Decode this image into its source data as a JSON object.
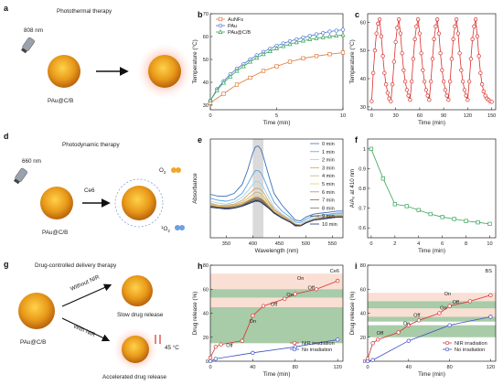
{
  "panels": {
    "a": {
      "label": "a",
      "title": "Photothermal therapy",
      "wavelength": "808 nm",
      "particle": "PAu@C/B"
    },
    "d": {
      "label": "d",
      "title": "Photodynamic  therapy",
      "wavelength": "660 nm",
      "particle": "PAu@C/B",
      "reagent": "Ce6",
      "o2": "O",
      "o2_sub": "2",
      "singlet_sup": "1",
      "singlet": "O",
      "singlet_sub": "2"
    },
    "g": {
      "label": "g",
      "title": "Drug-controlled delivery therapy",
      "particle": "PAu@C/B",
      "branch_top": "Without NIR",
      "branch_bottom": "With NIR",
      "result_top": "Slow drug release",
      "result_bottom": "Accelerated drug release",
      "temp": "45 °C"
    }
  },
  "chart_data": [
    {
      "id": "b",
      "label": "b",
      "type": "line",
      "xlabel": "Time (min)",
      "ylabel": "Temperature (°C)",
      "xlim": [
        0,
        10
      ],
      "ylim": [
        28,
        70
      ],
      "xticks": [
        0,
        5,
        10
      ],
      "yticks": [
        30,
        40,
        50,
        60,
        70
      ],
      "legend_position": "top-left",
      "series": [
        {
          "name": "AuNFs",
          "color": "#e07b39",
          "marker": "square",
          "x": [
            0,
            1,
            2,
            3,
            4,
            5,
            6,
            7,
            8,
            9,
            10
          ],
          "y": [
            31,
            35,
            39,
            42,
            45,
            47,
            49,
            50.5,
            51.5,
            52.3,
            53
          ]
        },
        {
          "name": "PAu",
          "color": "#4a6fd6",
          "marker": "circle",
          "x": [
            0,
            0.5,
            1,
            1.5,
            2,
            2.5,
            3,
            3.5,
            4,
            4.5,
            5,
            5.5,
            6,
            6.5,
            7,
            7.5,
            8,
            8.5,
            9,
            9.5,
            10
          ],
          "y": [
            32,
            37,
            40.5,
            43.5,
            46,
            48,
            50,
            51.8,
            53.3,
            54.7,
            56,
            57,
            58,
            58.8,
            59.6,
            60.3,
            61,
            61.6,
            62.2,
            62.6,
            63
          ]
        },
        {
          "name": "PAu@C/B",
          "color": "#3aa65a",
          "marker": "triangle",
          "x": [
            0,
            0.5,
            1,
            1.5,
            2,
            2.5,
            3,
            3.5,
            4,
            4.5,
            5,
            5.5,
            6,
            6.5,
            7,
            7.5,
            8,
            8.5,
            9,
            9.5,
            10
          ],
          "y": [
            32,
            36.5,
            39.8,
            42.5,
            45,
            47,
            49,
            50.7,
            52.3,
            53.6,
            54.8,
            55.8,
            56.7,
            57.5,
            58.2,
            58.8,
            59.3,
            59.7,
            60.1,
            60.4,
            60.7
          ]
        }
      ]
    },
    {
      "id": "c",
      "label": "c",
      "type": "line",
      "xlabel": "Time (min)",
      "ylabel": "Temperature (°C)",
      "xlim": [
        -5,
        155
      ],
      "ylim": [
        29,
        63
      ],
      "xticks": [
        0,
        30,
        60,
        90,
        120,
        150
      ],
      "yticks": [
        30,
        40,
        50,
        60
      ],
      "series": [
        {
          "name": "",
          "color": "#d9302c",
          "marker": "circle",
          "x": [
            0,
            2,
            4,
            6,
            8,
            10,
            12,
            14,
            16,
            18,
            20,
            22,
            24,
            26,
            28,
            30,
            32,
            34,
            36,
            38,
            40,
            42,
            44,
            46,
            48,
            50,
            52,
            54,
            56,
            58,
            60,
            62,
            64,
            66,
            68,
            70,
            72,
            74,
            76,
            78,
            80,
            82,
            84,
            86,
            88,
            90,
            92,
            94,
            96,
            98,
            100,
            102,
            104,
            106,
            108,
            110,
            112,
            114,
            116,
            118,
            120,
            122,
            124,
            126,
            128,
            130,
            132,
            134,
            136,
            138,
            140,
            142,
            144,
            146,
            148,
            150
          ],
          "y": [
            32,
            42,
            50,
            56,
            59.5,
            61,
            55,
            48,
            42,
            38,
            35,
            33,
            32,
            38,
            46,
            53,
            58,
            61,
            56,
            49,
            43,
            39,
            36,
            34,
            32.5,
            39,
            47,
            54,
            58.5,
            61,
            56,
            49,
            43,
            39,
            36,
            34,
            32.5,
            39,
            47,
            54,
            58.5,
            61,
            56,
            49,
            43,
            39,
            36,
            34,
            32.5,
            39,
            47,
            54,
            58.5,
            61,
            56,
            49,
            43,
            39,
            36,
            34,
            32.5,
            39,
            47,
            54,
            58.5,
            61,
            55,
            48,
            42,
            38,
            35.5,
            34,
            33,
            32.5,
            32,
            31.8
          ]
        }
      ]
    },
    {
      "id": "e",
      "label": "e",
      "type": "line",
      "xlabel": "Wavelength (nm)",
      "ylabel": "Absorbance",
      "xlim": [
        320,
        570
      ],
      "ylim": [
        0,
        1
      ],
      "xticks": [
        350,
        400,
        450,
        500,
        550
      ],
      "highlight_band": [
        400,
        420
      ],
      "x": [
        320,
        335,
        350,
        365,
        380,
        390,
        400,
        405,
        410,
        415,
        420,
        430,
        440,
        455,
        470,
        480,
        490,
        500,
        515,
        530,
        545,
        560,
        570
      ],
      "series": [
        {
          "name": "0 min",
          "color": "#3b6fb6",
          "y": [
            0.44,
            0.42,
            0.42,
            0.45,
            0.54,
            0.68,
            0.86,
            0.92,
            0.93,
            0.9,
            0.82,
            0.63,
            0.45,
            0.33,
            0.24,
            0.18,
            0.17,
            0.21,
            0.24,
            0.25,
            0.26,
            0.27,
            0.27
          ]
        },
        {
          "name": "1 min",
          "color": "#5aa0d8",
          "y": [
            0.4,
            0.38,
            0.37,
            0.39,
            0.45,
            0.54,
            0.64,
            0.68,
            0.68,
            0.66,
            0.61,
            0.48,
            0.36,
            0.27,
            0.21,
            0.16,
            0.15,
            0.19,
            0.22,
            0.23,
            0.24,
            0.25,
            0.25
          ]
        },
        {
          "name": "2 min",
          "color": "#9fd0ec",
          "y": [
            0.37,
            0.35,
            0.34,
            0.36,
            0.41,
            0.47,
            0.54,
            0.57,
            0.57,
            0.55,
            0.51,
            0.41,
            0.31,
            0.24,
            0.19,
            0.14,
            0.13,
            0.17,
            0.2,
            0.22,
            0.23,
            0.24,
            0.24
          ]
        },
        {
          "name": "3 min",
          "color": "#d7a35a",
          "y": [
            0.35,
            0.33,
            0.33,
            0.34,
            0.38,
            0.43,
            0.48,
            0.5,
            0.5,
            0.49,
            0.46,
            0.37,
            0.29,
            0.23,
            0.18,
            0.14,
            0.13,
            0.16,
            0.19,
            0.21,
            0.22,
            0.23,
            0.23
          ]
        },
        {
          "name": "4 min",
          "color": "#c8b27a",
          "y": [
            0.34,
            0.32,
            0.32,
            0.33,
            0.36,
            0.4,
            0.44,
            0.46,
            0.46,
            0.45,
            0.42,
            0.35,
            0.28,
            0.22,
            0.17,
            0.13,
            0.12,
            0.16,
            0.19,
            0.2,
            0.21,
            0.22,
            0.22
          ]
        },
        {
          "name": "5 min",
          "color": "#e9d060",
          "y": [
            0.33,
            0.32,
            0.31,
            0.32,
            0.35,
            0.38,
            0.42,
            0.43,
            0.43,
            0.42,
            0.4,
            0.33,
            0.27,
            0.21,
            0.17,
            0.13,
            0.12,
            0.15,
            0.18,
            0.2,
            0.21,
            0.22,
            0.22
          ]
        },
        {
          "name": "6 min",
          "color": "#b3905a",
          "y": [
            0.33,
            0.31,
            0.31,
            0.32,
            0.34,
            0.37,
            0.4,
            0.41,
            0.41,
            0.4,
            0.38,
            0.32,
            0.26,
            0.21,
            0.17,
            0.13,
            0.12,
            0.15,
            0.18,
            0.2,
            0.21,
            0.22,
            0.22
          ]
        },
        {
          "name": "7 min",
          "color": "#8a6a40",
          "y": [
            0.32,
            0.31,
            0.3,
            0.31,
            0.33,
            0.36,
            0.39,
            0.4,
            0.4,
            0.39,
            0.37,
            0.31,
            0.26,
            0.2,
            0.16,
            0.13,
            0.12,
            0.15,
            0.18,
            0.19,
            0.21,
            0.21,
            0.21
          ]
        },
        {
          "name": "8 min",
          "color": "#777777",
          "y": [
            0.32,
            0.3,
            0.3,
            0.31,
            0.33,
            0.35,
            0.38,
            0.39,
            0.39,
            0.38,
            0.36,
            0.31,
            0.25,
            0.2,
            0.16,
            0.13,
            0.12,
            0.15,
            0.18,
            0.19,
            0.2,
            0.21,
            0.21
          ]
        },
        {
          "name": "9 min",
          "color": "#4a4a4a",
          "y": [
            0.31,
            0.3,
            0.3,
            0.3,
            0.32,
            0.35,
            0.37,
            0.38,
            0.38,
            0.37,
            0.35,
            0.3,
            0.25,
            0.2,
            0.16,
            0.13,
            0.12,
            0.15,
            0.18,
            0.19,
            0.2,
            0.21,
            0.21
          ]
        },
        {
          "name": "10 min",
          "color": "#1c2e6b",
          "y": [
            0.31,
            0.3,
            0.29,
            0.3,
            0.32,
            0.34,
            0.36,
            0.37,
            0.37,
            0.36,
            0.34,
            0.3,
            0.25,
            0.2,
            0.16,
            0.12,
            0.12,
            0.15,
            0.18,
            0.19,
            0.2,
            0.21,
            0.21
          ]
        }
      ]
    },
    {
      "id": "f",
      "label": "f",
      "type": "line",
      "xlabel": "Time (min)",
      "ylabel": "A/A₀ at 410 nm",
      "xlim": [
        -0.3,
        10.5
      ],
      "ylim": [
        0.55,
        1.05
      ],
      "xticks": [
        0,
        2,
        4,
        6,
        8,
        10
      ],
      "yticks": [
        0.6,
        0.7,
        0.8,
        0.9,
        1.0
      ],
      "series": [
        {
          "name": "",
          "color": "#3aa65a",
          "marker": "square",
          "x": [
            0,
            1,
            2,
            3,
            4,
            5,
            6,
            7,
            8,
            9,
            10
          ],
          "y": [
            1.0,
            0.85,
            0.72,
            0.71,
            0.69,
            0.67,
            0.655,
            0.645,
            0.635,
            0.628,
            0.62
          ]
        }
      ]
    },
    {
      "id": "h",
      "label": "h",
      "type": "line",
      "annotation": "Ce6",
      "xlabel": "Time (min)",
      "ylabel": "Drug release (%)",
      "xlim": [
        0,
        125
      ],
      "ylim": [
        0,
        80
      ],
      "xticks": [
        0,
        40,
        80,
        120
      ],
      "yticks": [
        0,
        20,
        40,
        60,
        80
      ],
      "legend_position": "bottom-right",
      "on_off_labels": [
        {
          "text": "Off",
          "x": 18,
          "y": 12
        },
        {
          "text": "On",
          "x": 40,
          "y": 32
        },
        {
          "text": "Off",
          "x": 60,
          "y": 46
        },
        {
          "text": "On",
          "x": 75,
          "y": 54
        },
        {
          "text": "Off",
          "x": 95,
          "y": 60
        },
        {
          "text": "On",
          "x": 85,
          "y": 68
        }
      ],
      "bands": [
        {
          "y0": 15,
          "y1": 45,
          "color": "#3d8b3d"
        },
        {
          "y0": 53,
          "y1": 60,
          "color": "#3d8b3d"
        },
        {
          "y0": 60,
          "y1": 66,
          "color": "#f2b9a0"
        },
        {
          "y0": 66,
          "y1": 73,
          "color": "#f2b9a0"
        },
        {
          "y0": 45,
          "y1": 53,
          "color": "#f2b9a0"
        }
      ],
      "series": [
        {
          "name": "NIR irradiation",
          "color": "#d9302c",
          "marker": "circle",
          "x": [
            0,
            5,
            10,
            30,
            40,
            50,
            70,
            80,
            100,
            120
          ],
          "y": [
            3,
            12,
            14,
            17,
            38,
            46,
            52,
            56,
            60,
            67
          ]
        },
        {
          "name": "No irradiation",
          "color": "#3b4fc4",
          "marker": "circle",
          "x": [
            0,
            5,
            40,
            80,
            120
          ],
          "y": [
            0,
            2,
            7,
            12,
            18
          ]
        }
      ]
    },
    {
      "id": "i",
      "label": "i",
      "type": "line",
      "annotation": "BS",
      "xlabel": "Time (min)",
      "ylabel": "Drug release (%)",
      "xlim": [
        0,
        125
      ],
      "ylim": [
        0,
        80
      ],
      "xticks": [
        0,
        40,
        80,
        120
      ],
      "yticks": [
        0,
        20,
        40,
        60,
        80
      ],
      "legend_position": "bottom-right",
      "on_off_labels": [
        {
          "text": "Off",
          "x": 12,
          "y": 22
        },
        {
          "text": "On",
          "x": 38,
          "y": 30
        },
        {
          "text": "Off",
          "x": 48,
          "y": 37
        },
        {
          "text": "On",
          "x": 74,
          "y": 43
        },
        {
          "text": "Off",
          "x": 86,
          "y": 48
        },
        {
          "text": "On",
          "x": 78,
          "y": 55
        }
      ],
      "bands": [
        {
          "y0": 20,
          "y1": 30,
          "color": "#3d8b3d"
        },
        {
          "y0": 33,
          "y1": 37,
          "color": "#3d8b3d"
        },
        {
          "y0": 44,
          "y1": 50,
          "color": "#3d8b3d"
        },
        {
          "y0": 50,
          "y1": 57,
          "color": "#f2b9a0"
        },
        {
          "y0": 37,
          "y1": 44,
          "color": "#f2b9a0"
        }
      ],
      "series": [
        {
          "name": "NIR irradiation",
          "color": "#d9302c",
          "marker": "circle",
          "x": [
            0,
            5,
            10,
            30,
            40,
            50,
            70,
            80,
            100,
            120
          ],
          "y": [
            2,
            15,
            18,
            24,
            30,
            34,
            40,
            46,
            50,
            55
          ]
        },
        {
          "name": "No irradiation",
          "color": "#3b4fc4",
          "marker": "circle",
          "x": [
            0,
            5,
            40,
            80,
            120
          ],
          "y": [
            0,
            1,
            17,
            30,
            37
          ]
        }
      ]
    }
  ]
}
